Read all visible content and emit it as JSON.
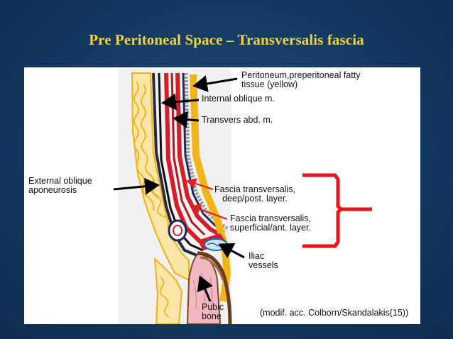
{
  "title": "Pre Peritoneal Space – Transversalis fascia",
  "labels": {
    "peritoneum": [
      "Peritoneum,preperitoneal fatty",
      "tissue (yellow)"
    ],
    "internal_oblique": "Internal oblique m.",
    "transversus": "Transvers abd. m.",
    "external_oblique": [
      "External oblique",
      "aponeurosis"
    ],
    "fascia_deep": [
      "Fascia transversalis,",
      "deep/post. layer."
    ],
    "fascia_superficial": [
      "Fascia transversalis,",
      "superficial/ant. layer."
    ],
    "iliac_vessels": [
      "Iliac",
      "vessels"
    ],
    "pubic_bone": [
      "Pubic",
      "bone"
    ]
  },
  "credit": "(modif. acc. Colborn/Skandalakis(15))",
  "colors": {
    "title": "#f2d23c",
    "background": "#163c64",
    "bracket": "#e8141c",
    "fat": "#f2b418",
    "muscle": "#d41e2a",
    "fascia": "#1d2a5a",
    "peritoneum": "#c0c0c0",
    "bone": "#f0b8c0"
  }
}
